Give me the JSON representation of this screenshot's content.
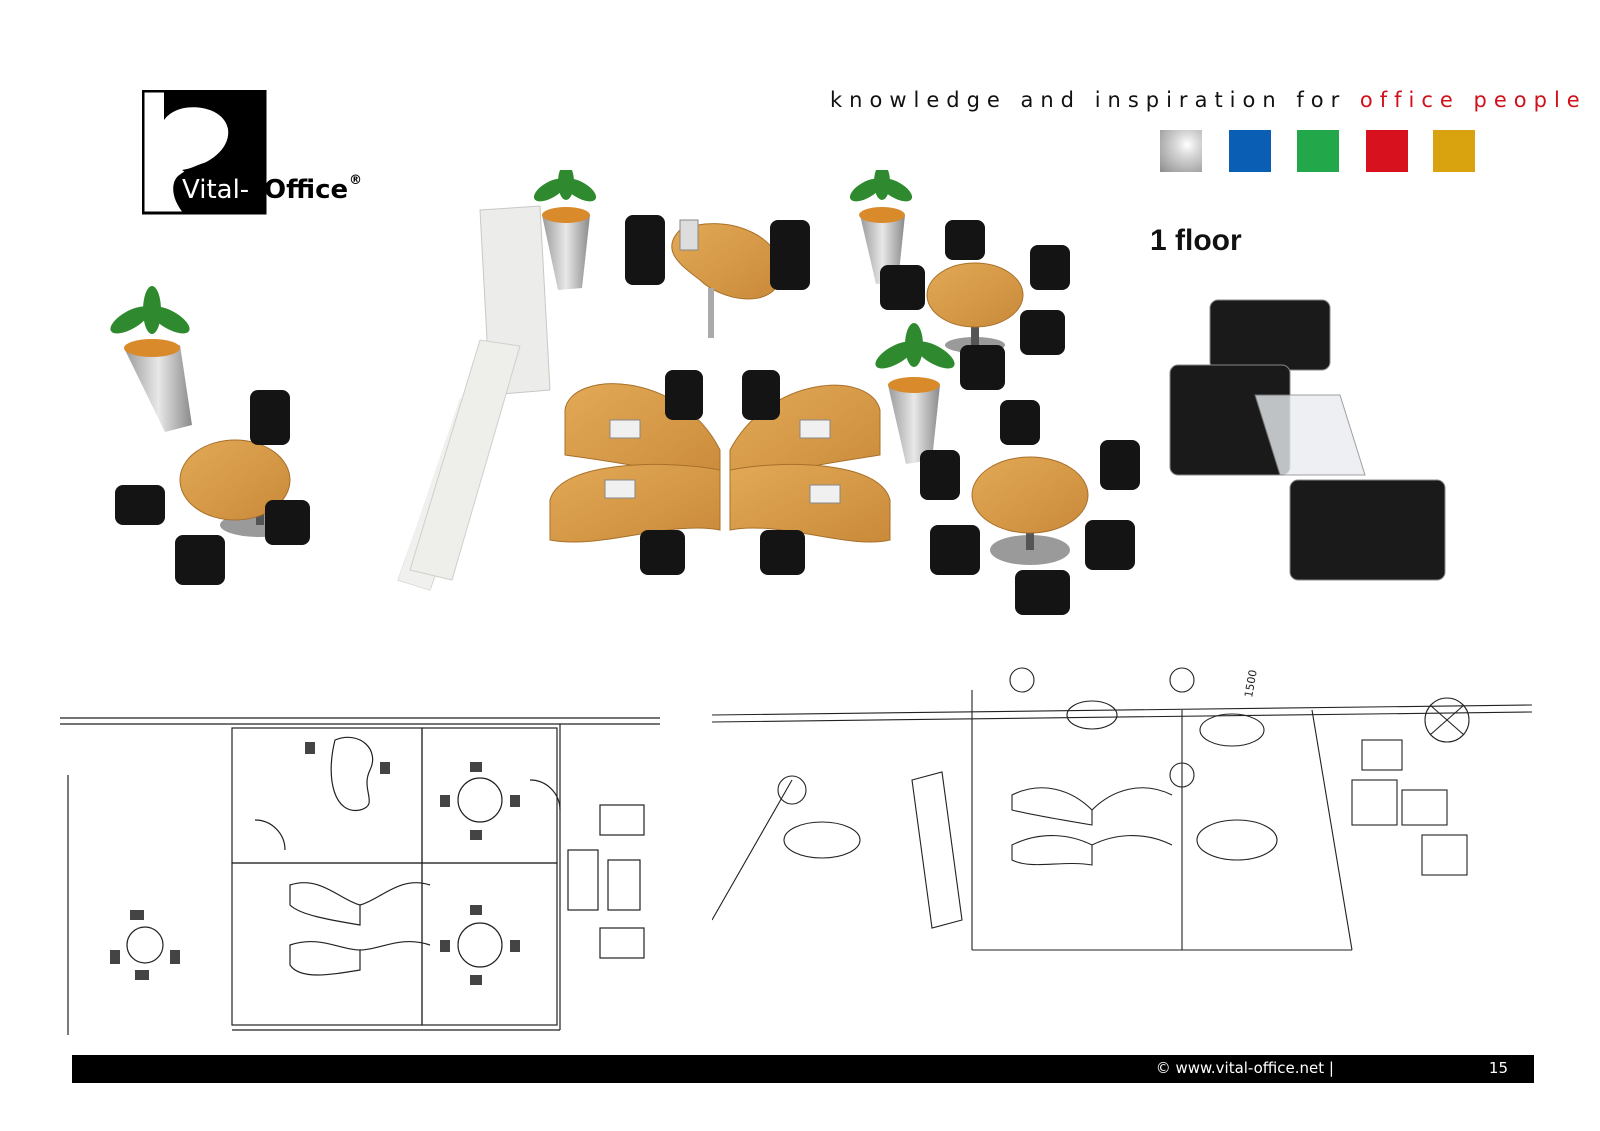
{
  "logo": {
    "text_light": "Vital-",
    "text_bold": "Office",
    "reg": "®"
  },
  "tagline": {
    "lead": "knowledge and inspiration for ",
    "accent": "office people"
  },
  "swatches": [
    {
      "name": "silver",
      "color": "#b8b8b8"
    },
    {
      "name": "blue",
      "color": "#0a5fb4"
    },
    {
      "name": "green",
      "color": "#22a84a"
    },
    {
      "name": "red",
      "color": "#d8111e"
    },
    {
      "name": "gold",
      "color": "#d9a20f"
    }
  ],
  "floor_label": "1 floor",
  "plan_dimension": "1500",
  "footer": {
    "text": "©  www.vital-office.net   |",
    "page": "15"
  },
  "colors": {
    "accent_red": "#d0101a",
    "wood": "#d99a4a",
    "chair": "#141414",
    "cabinet": "#e9e9e6"
  }
}
